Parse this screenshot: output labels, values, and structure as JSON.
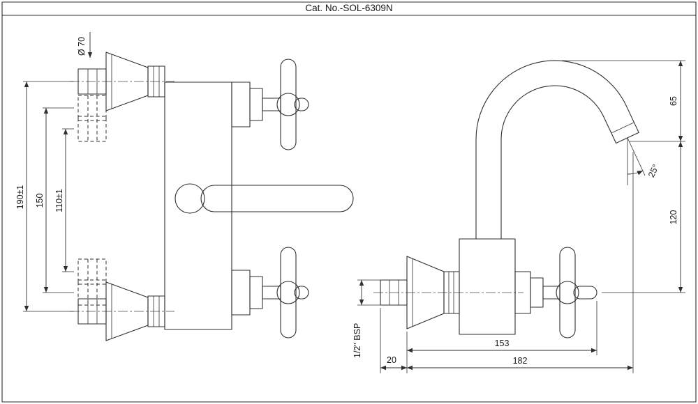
{
  "title": "Cat. No.-SOL-6309N",
  "front_view": {
    "dim_diameter": "Ø 70",
    "dim_outer": "190±1",
    "dim_mid": "150",
    "dim_inner": "110±1"
  },
  "side_view": {
    "dim_spout_height": "65",
    "dim_angle": "25°",
    "dim_height": "120",
    "dim_reach": "153",
    "dim_total_reach": "182",
    "dim_wall": "20",
    "dim_thread": "1/2\" BSP"
  }
}
